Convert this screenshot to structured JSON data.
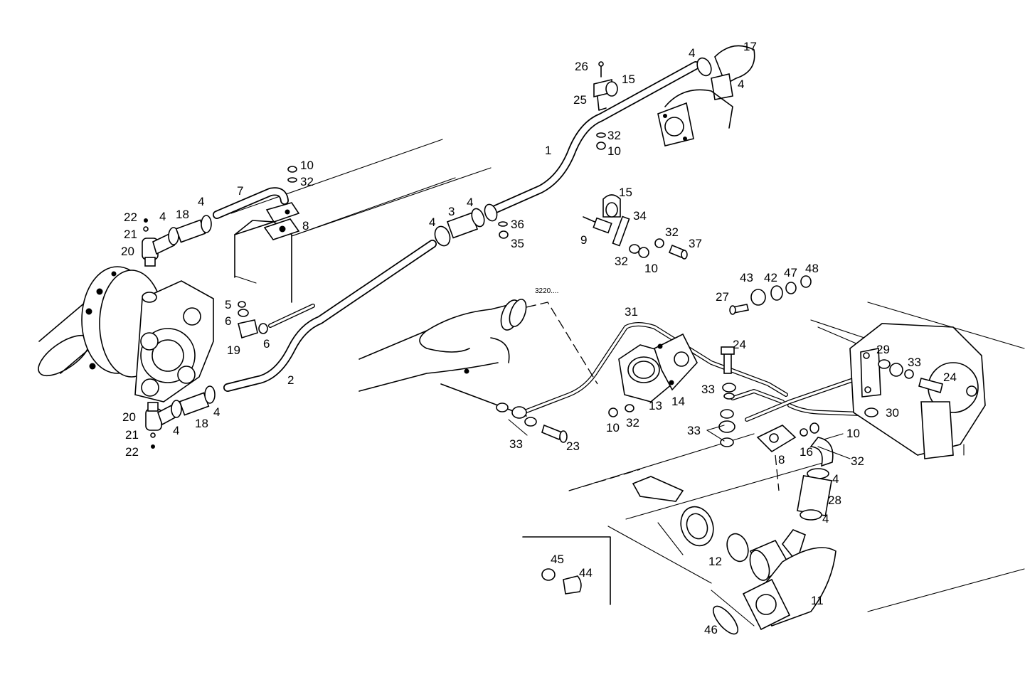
{
  "diagram": {
    "callouts": [
      "1",
      "2",
      "3",
      "4",
      "5",
      "6",
      "7",
      "8",
      "9",
      "10",
      "11",
      "12",
      "13",
      "14",
      "15",
      "16",
      "17",
      "18",
      "19",
      "20",
      "21",
      "22",
      "23",
      "24",
      "25",
      "26",
      "27",
      "28",
      "29",
      "30",
      "31",
      "32",
      "33",
      "34",
      "35",
      "36",
      "37",
      "42",
      "43",
      "44",
      "45",
      "46",
      "47",
      "48"
    ],
    "reference_label": "3220....",
    "labels": {
      "l17": "17",
      "l4a": "4",
      "l4b": "4",
      "l26": "26",
      "l15a": "15",
      "l25": "25",
      "l32a": "32",
      "l10a": "10",
      "l1": "1",
      "l10b": "10",
      "l32b": "32",
      "l7": "7",
      "l4c": "4",
      "l18a": "18",
      "l4d": "4",
      "l22a": "22",
      "l21a": "21",
      "l20a": "20",
      "l8a": "8",
      "l4e": "4",
      "l3": "3",
      "l4f": "4",
      "l36": "36",
      "l35": "35",
      "l15b": "15",
      "l34": "34",
      "l9": "9",
      "l32c": "32",
      "l37": "37",
      "l32d": "32",
      "l10c": "10",
      "l5": "5",
      "l6a": "6",
      "l6b": "6",
      "l19": "19",
      "l2": "2",
      "l20b": "20",
      "l21b": "21",
      "l22b": "22",
      "l4g": "4",
      "l18b": "18",
      "l4h": "4",
      "l27": "27",
      "l43": "43",
      "l42": "42",
      "l47": "47",
      "l48": "48",
      "l31": "31",
      "l24a": "24",
      "l29": "29",
      "l33a": "33",
      "l24b": "24",
      "l33b": "33",
      "l13": "13",
      "l14": "14",
      "l10d": "10",
      "l32e": "32",
      "l33c": "33",
      "l33d": "33",
      "l23": "23",
      "l30": "30",
      "l10e": "10",
      "l16": "16",
      "l32f": "32",
      "l8b": "8",
      "l4i": "4",
      "l28": "28",
      "l4j": "4",
      "l45": "45",
      "l44": "44",
      "l12": "12",
      "l11": "11",
      "l46": "46"
    }
  }
}
